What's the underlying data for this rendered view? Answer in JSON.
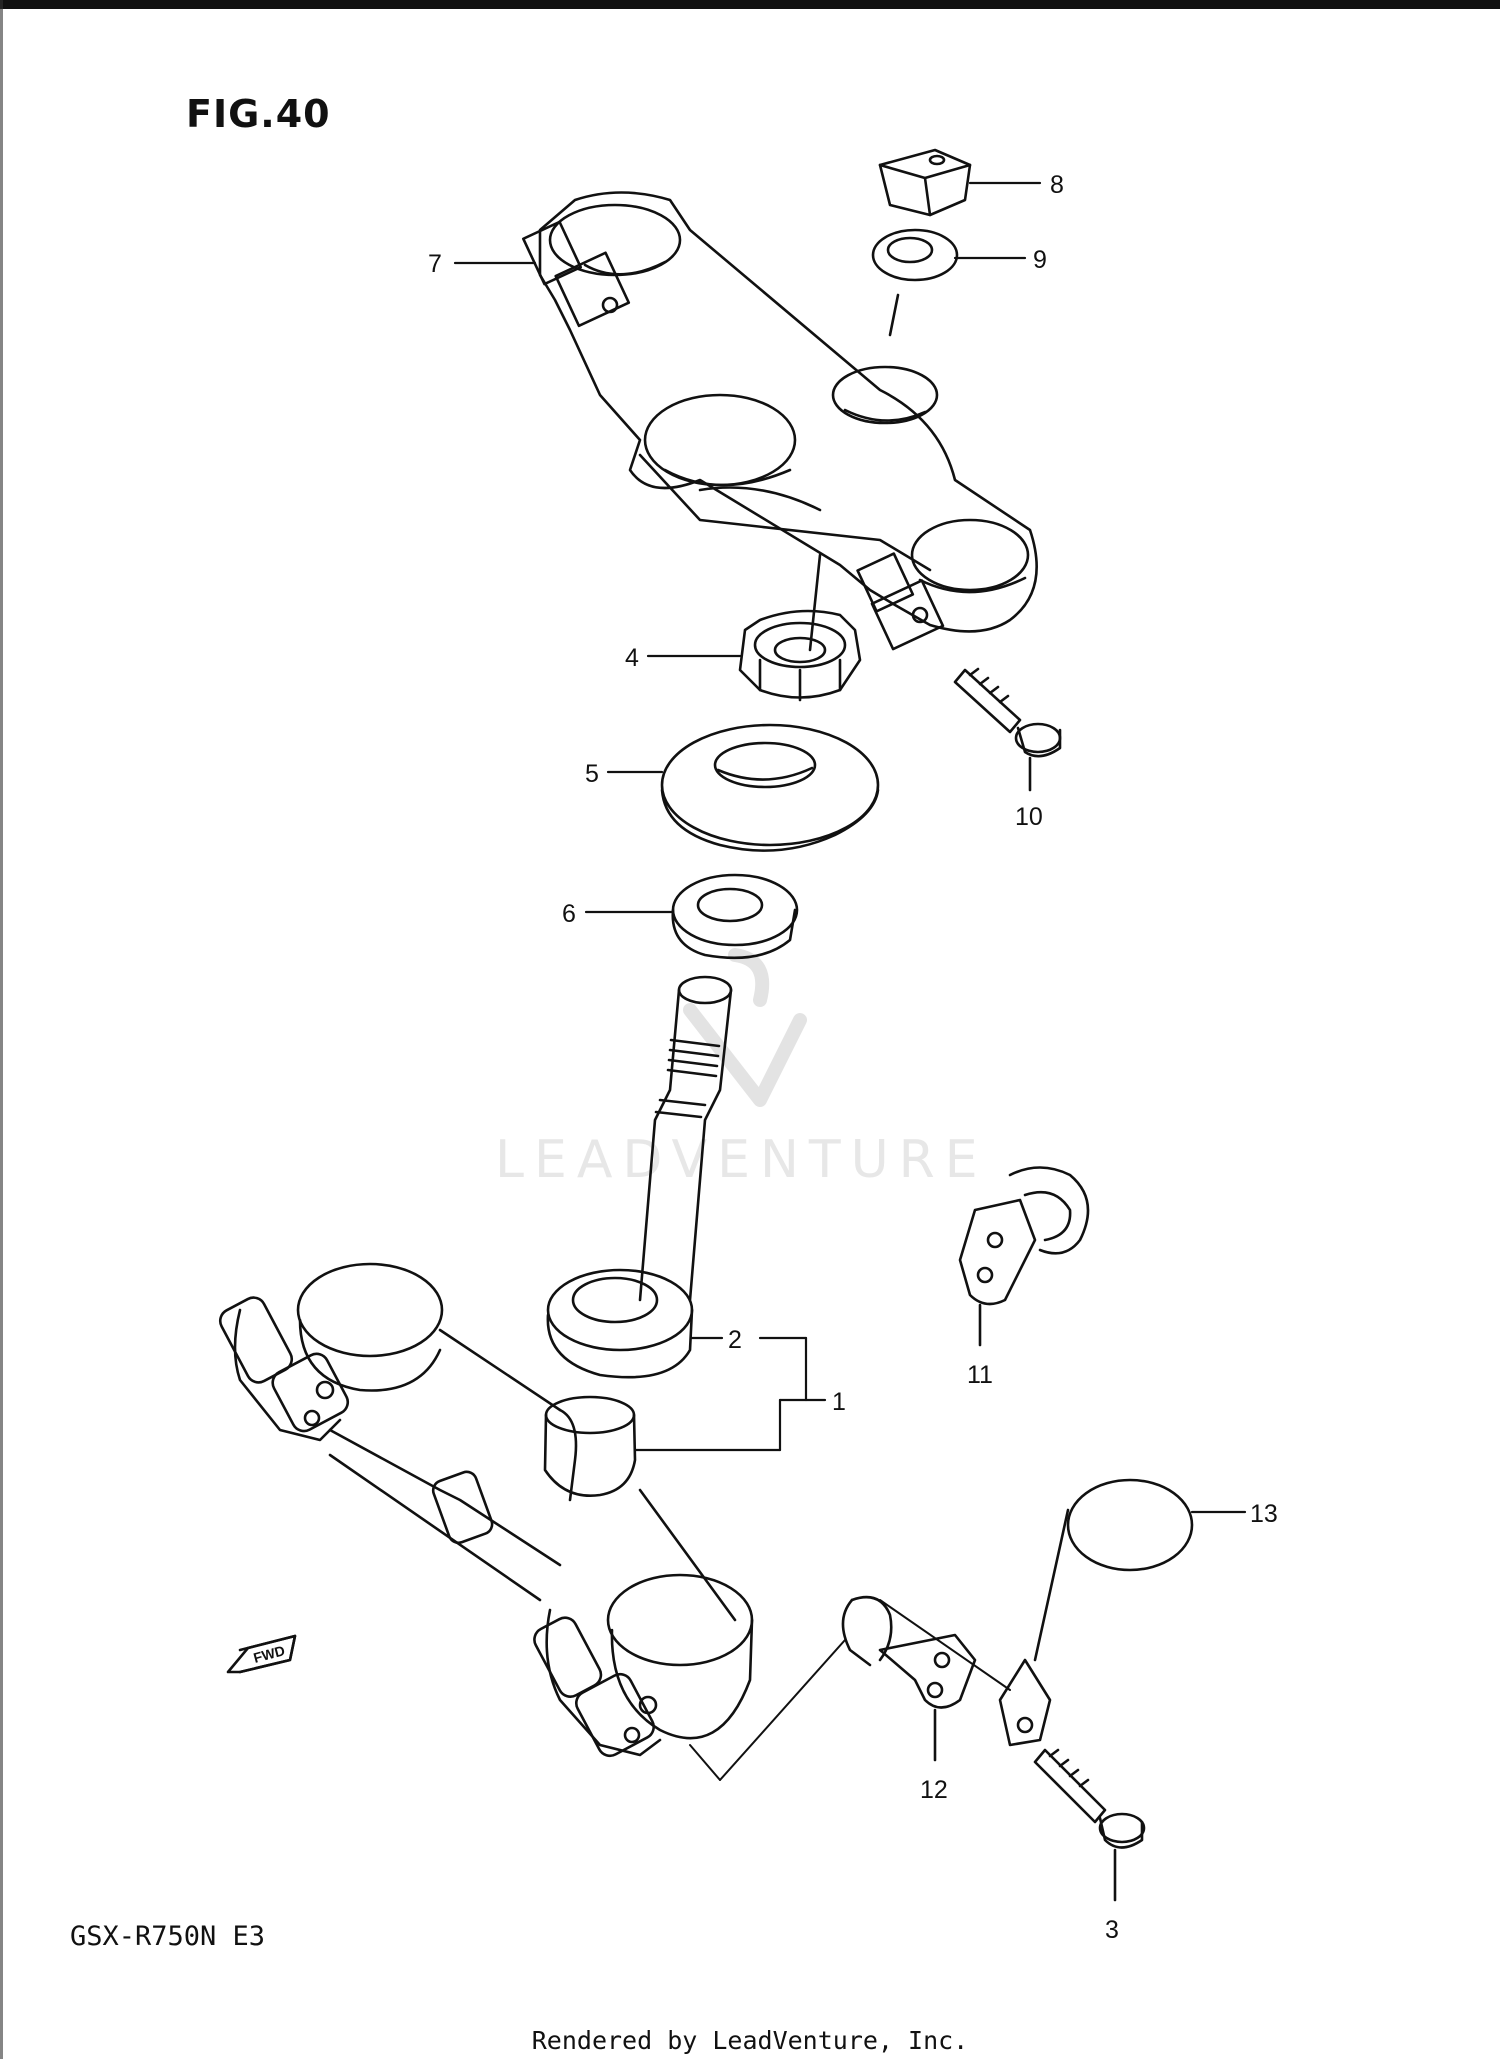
{
  "figure_title": "FIG.40",
  "model_code": "GSX-R750N E3",
  "footer_text": "Rendered by LeadVenture, Inc.",
  "watermark_text": "LEADVENTURE",
  "direction_label": "FWD",
  "callouts": [
    "1",
    "2",
    "3",
    "4",
    "5",
    "6",
    "7",
    "8",
    "9",
    "10",
    "11",
    "12",
    "13"
  ],
  "colors": {
    "ink": "#111111",
    "watermark": "#e7e7e7"
  }
}
